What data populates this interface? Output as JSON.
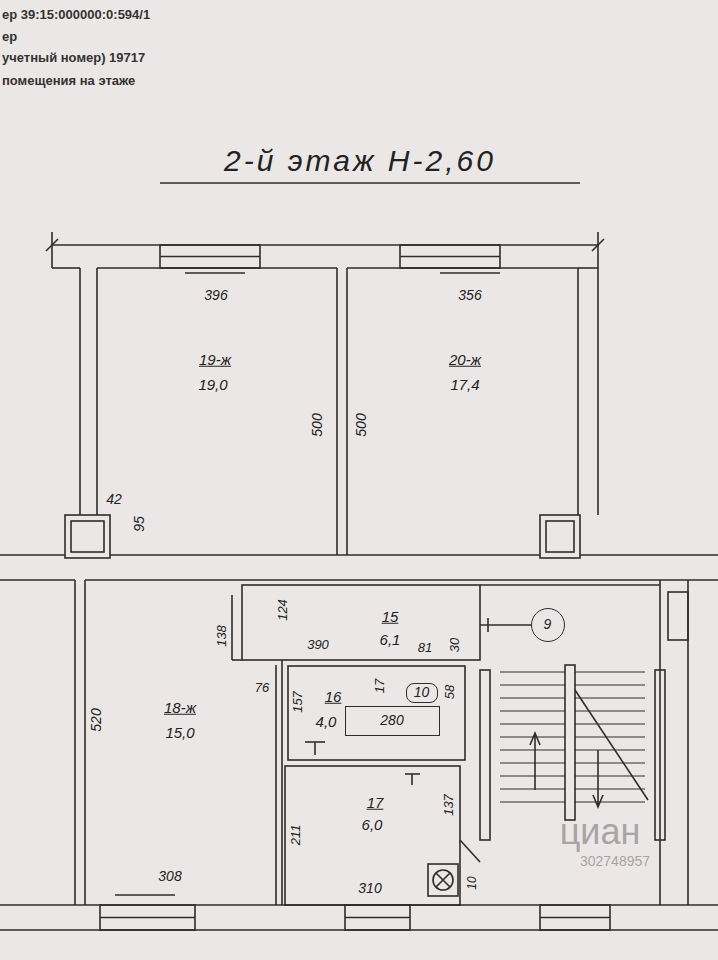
{
  "diagram": {
    "title": "2-й этаж Н-2,60",
    "nodes": [
      {
        "text": [
          "19-ж",
          "19,0"
        ]
      },
      {
        "text": [
          "20-ж",
          "17,4"
        ]
      },
      {
        "text": [
          "18-ж",
          "15,0"
        ]
      },
      {
        "text": [
          "15",
          "6,1"
        ]
      },
      {
        "text": [
          "16",
          "4,0"
        ]
      },
      {
        "text": [
          "280"
        ],
        "in": 4
      },
      {
        "text": [
          "10"
        ],
        "in": 4
      },
      {
        "text": [
          "17",
          "6,0"
        ]
      },
      {
        "text": [
          "9"
        ]
      }
    ],
    "labels": [
      "ер 39:15:000000:0:594/1",
      "ер",
      "учетный номер) 19717",
      "помещения на этаже",
      "396",
      "356",
      "500",
      "500",
      "42",
      "95",
      "124",
      "138",
      "390",
      "81",
      "30",
      "76",
      "157",
      "17",
      "58",
      "520",
      "308",
      "211",
      "137",
      "310",
      "10",
      "циан",
      "302748957"
    ]
  }
}
